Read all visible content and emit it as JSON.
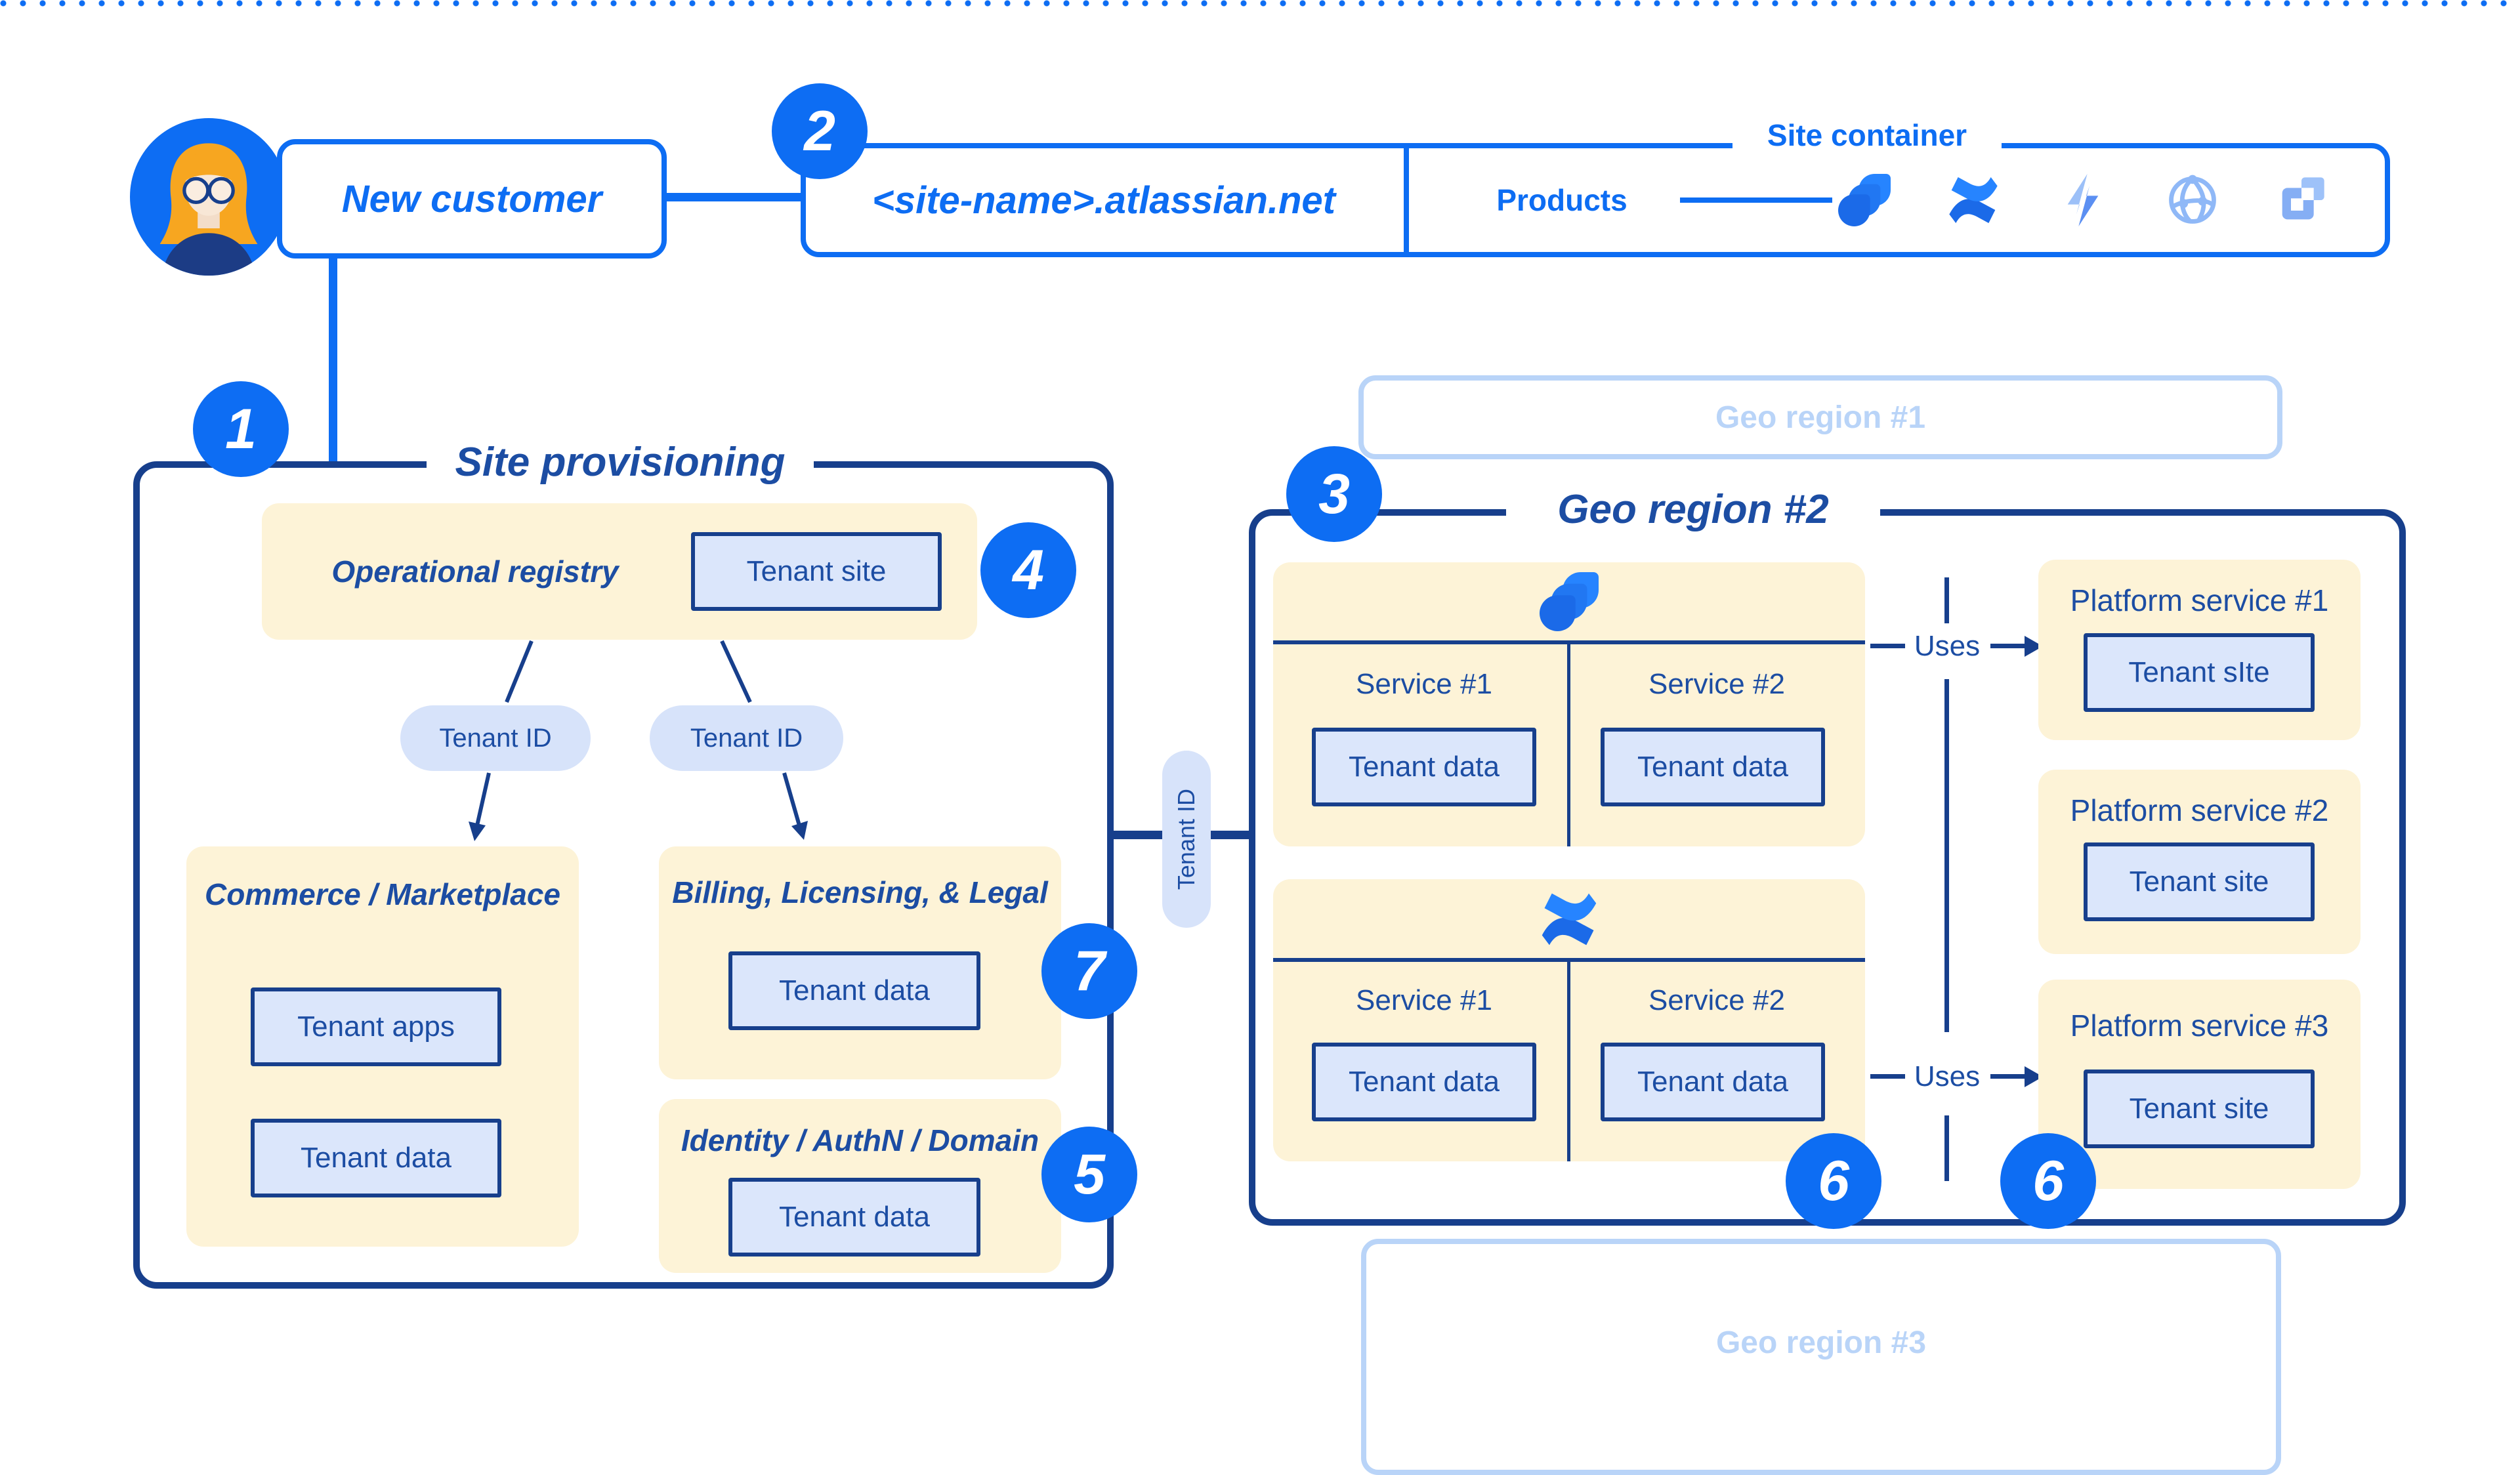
{
  "colors": {
    "bright_blue": "#0d6df3",
    "navy": "#173f8c",
    "navy_text": "#1c4da3",
    "cream": "#fdf3d7",
    "light_blue_fill": "#dbe6fb",
    "pill_fill": "#d7e3fa",
    "faint_blue": "#b9d4f8"
  },
  "customer": {
    "label": "New customer",
    "avatar": "woman-avatar"
  },
  "site_url_box": {
    "label": "<site-name>.atlassian.net",
    "badge": "2"
  },
  "site_container": {
    "title": "Site container",
    "products_label": "Products",
    "icons": [
      "jira-icon",
      "confluence-icon",
      "bolt-icon",
      "globe-icon",
      "blocks-icon"
    ]
  },
  "site_provisioning": {
    "badge": "1",
    "title": "Site provisioning",
    "operational_registry": {
      "title": "Operational registry",
      "tenant_site_label": "Tenant site",
      "badge": "4"
    },
    "tenant_id_left": "Tenant ID",
    "tenant_id_right": "Tenant ID",
    "commerce": {
      "title": "Commerce / Marketplace",
      "tenant_apps_label": "Tenant apps",
      "tenant_data_label": "Tenant data"
    },
    "billing": {
      "title": "Billing, Licensing, & Legal",
      "tenant_data_label": "Tenant data",
      "badge": "7"
    },
    "identity": {
      "title": "Identity / AuthN / Domain",
      "tenant_data_label": "Tenant data",
      "badge": "5"
    }
  },
  "tenant_id_connector": "Tenant ID",
  "geo_region_1": {
    "title": "Geo region #1"
  },
  "geo_region_2": {
    "badge": "3",
    "title": "Geo region #2",
    "jira_section": {
      "icon": "jira-icon",
      "service1": "Service #1",
      "service2": "Service #2",
      "tenant_data_1": "Tenant data",
      "tenant_data_2": "Tenant data"
    },
    "confluence_section": {
      "icon": "confluence-icon",
      "service1": "Service #1",
      "service2": "Service #2",
      "tenant_data_1": "Tenant data",
      "tenant_data_2": "Tenant data"
    },
    "uses_1": "Uses",
    "uses_2": "Uses",
    "platform_service_1": {
      "title": "Platform service #1",
      "box_label": "Tenant sIte"
    },
    "platform_service_2": {
      "title": "Platform service #2",
      "box_label": "Tenant site"
    },
    "platform_service_3": {
      "title": "Platform service #3",
      "box_label": "Tenant site"
    },
    "badge_6_left": "6",
    "badge_6_right": "6"
  },
  "geo_region_3": {
    "title": "Geo region #3"
  }
}
